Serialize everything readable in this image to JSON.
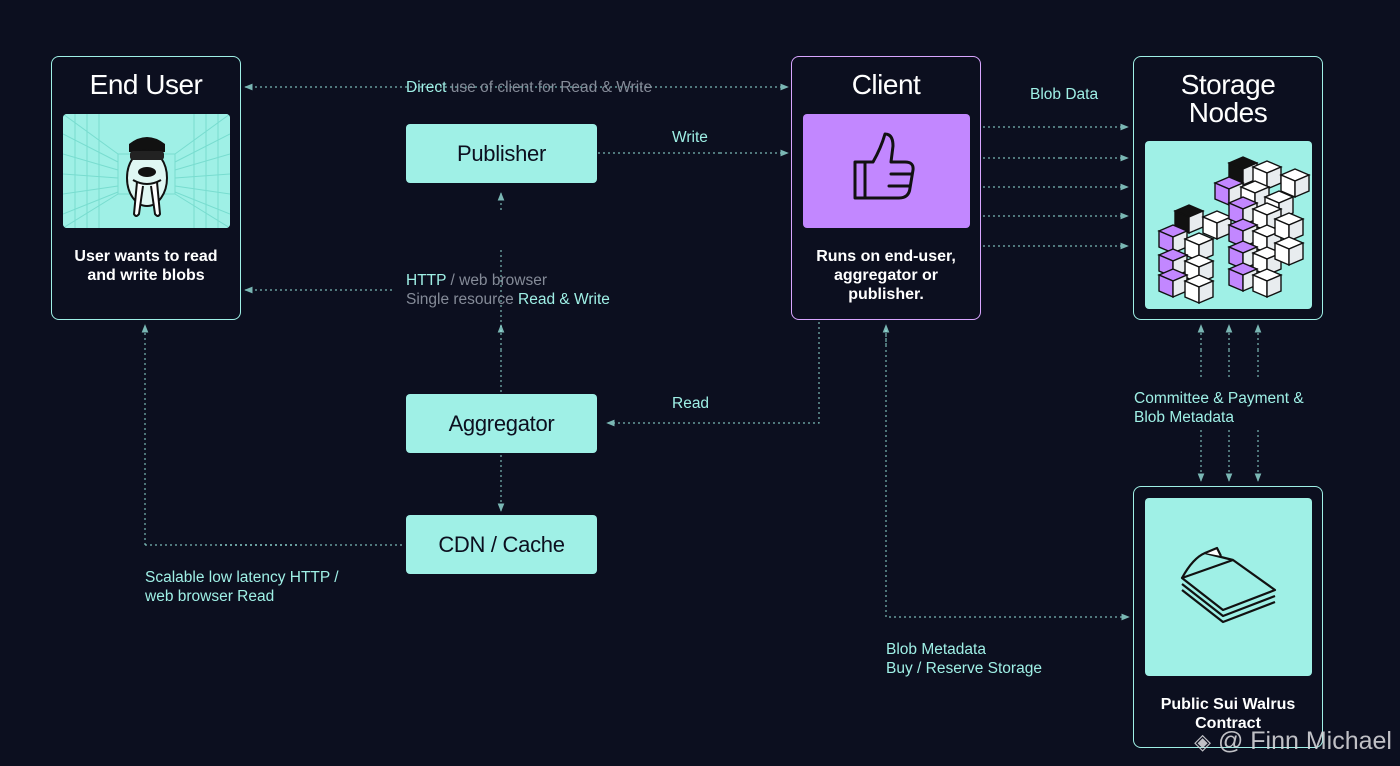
{
  "nodes": {
    "end_user": {
      "title": "End User",
      "description": "User wants to read and write blobs"
    },
    "client": {
      "title": "Client",
      "description": "Runs on end-user, aggregator or publisher."
    },
    "storage_nodes": {
      "title": "Storage Nodes"
    },
    "contract": {
      "description": "Public Sui Walrus Contract"
    },
    "publisher": {
      "label": "Publisher"
    },
    "aggregator": {
      "label": "Aggregator"
    },
    "cdn": {
      "label": "CDN / Cache"
    }
  },
  "edges": {
    "direct": {
      "highlight": "Direct",
      "rest": " use of client for Read & Write"
    },
    "write": "Write",
    "http_line1": {
      "highlight": "HTTP",
      "rest": " / web browser"
    },
    "http_line2": {
      "dim": "Single resource ",
      "highlight": "Read & Write"
    },
    "read": "Read",
    "blob_data": "Blob Data",
    "committee_line1": "Committee & Payment &",
    "committee_line2": "Blob Metadata",
    "scalable_line1": "Scalable low latency HTTP /",
    "scalable_line2": "web browser Read",
    "blob_meta_line1": "Blob Metadata",
    "blob_meta_line2": "Buy / Reserve Storage"
  },
  "watermark": "@ Finn Michael",
  "colors": {
    "background": "#0c0f1f",
    "accent": "#9ff0e6",
    "client_panel": "#c287ff",
    "client_border": "#d9a6ff",
    "muted": "#858b98"
  }
}
